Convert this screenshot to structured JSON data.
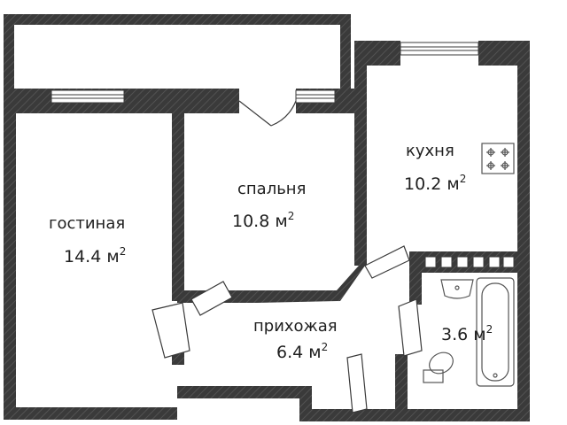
{
  "rooms": {
    "living": {
      "name": "гостиная",
      "area": "14.4 м",
      "unit_sup": "2"
    },
    "bedroom": {
      "name": "спальня",
      "area": "10.8 м",
      "unit_sup": "2"
    },
    "kitchen": {
      "name": "кухня",
      "area": "10.2 м",
      "unit_sup": "2"
    },
    "hallway": {
      "name": "прихожая",
      "area": "6.4 м",
      "unit_sup": "2"
    },
    "bathroom": {
      "name": "",
      "area": "3.6 м",
      "unit_sup": "2"
    }
  },
  "colors": {
    "wall": "#3a3a3a",
    "floor": "#ffffff",
    "fixture_stroke": "#555555"
  }
}
